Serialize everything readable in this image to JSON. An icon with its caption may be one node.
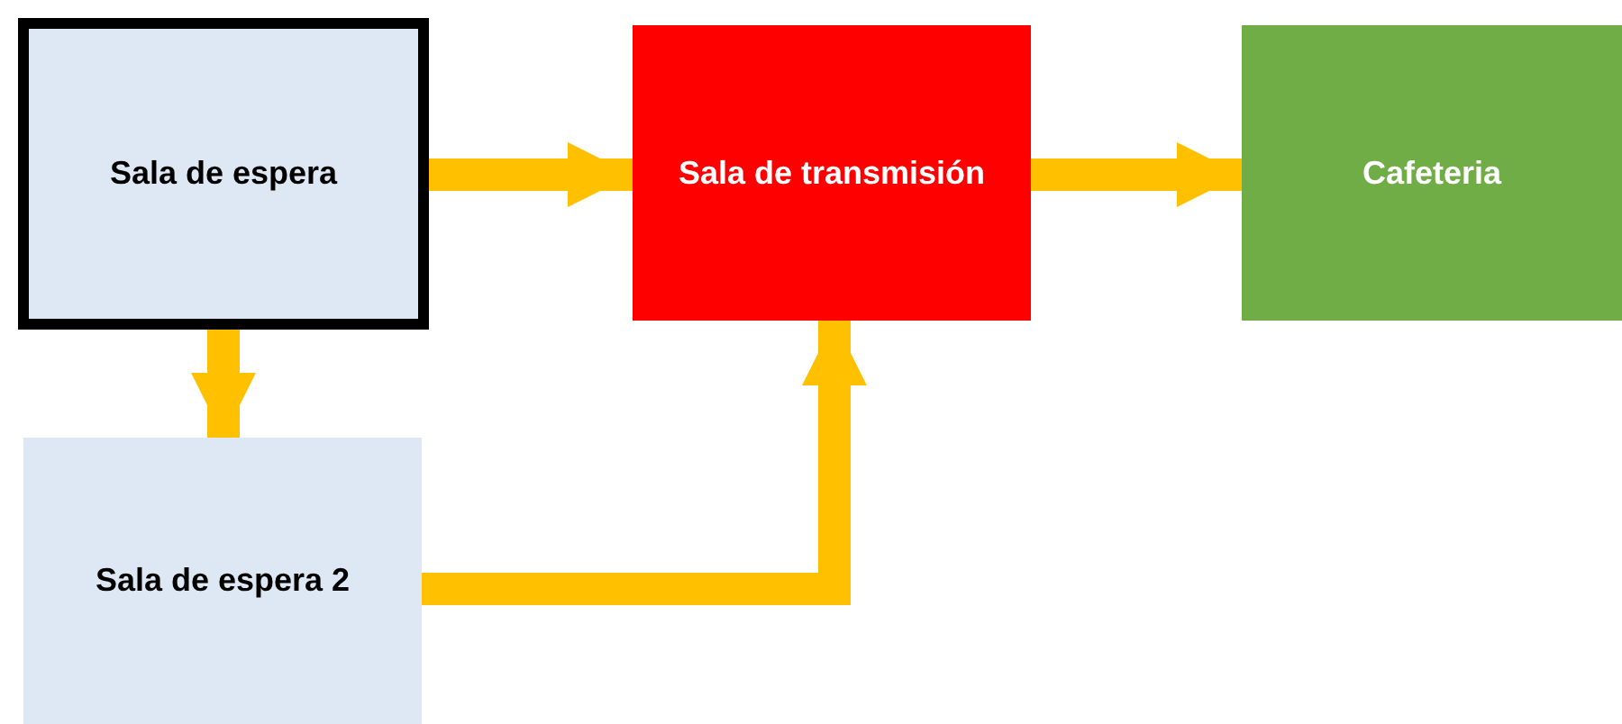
{
  "diagram": {
    "nodes": [
      {
        "text": [
          "Sala de espera"
        ]
      },
      {
        "text": [
          "Sala de transmisión"
        ]
      },
      {
        "text": [
          "Cafeteria"
        ]
      },
      {
        "text": [
          "Sala de espera 2"
        ]
      }
    ],
    "edges": [
      {
        "from": 0,
        "to": 1,
        "arrow": "to"
      },
      {
        "from": 1,
        "to": 2,
        "arrow": "to"
      },
      {
        "from": 0,
        "to": 3,
        "arrow": "to"
      },
      {
        "from": 3,
        "to": 1,
        "arrow": "to"
      }
    ]
  }
}
